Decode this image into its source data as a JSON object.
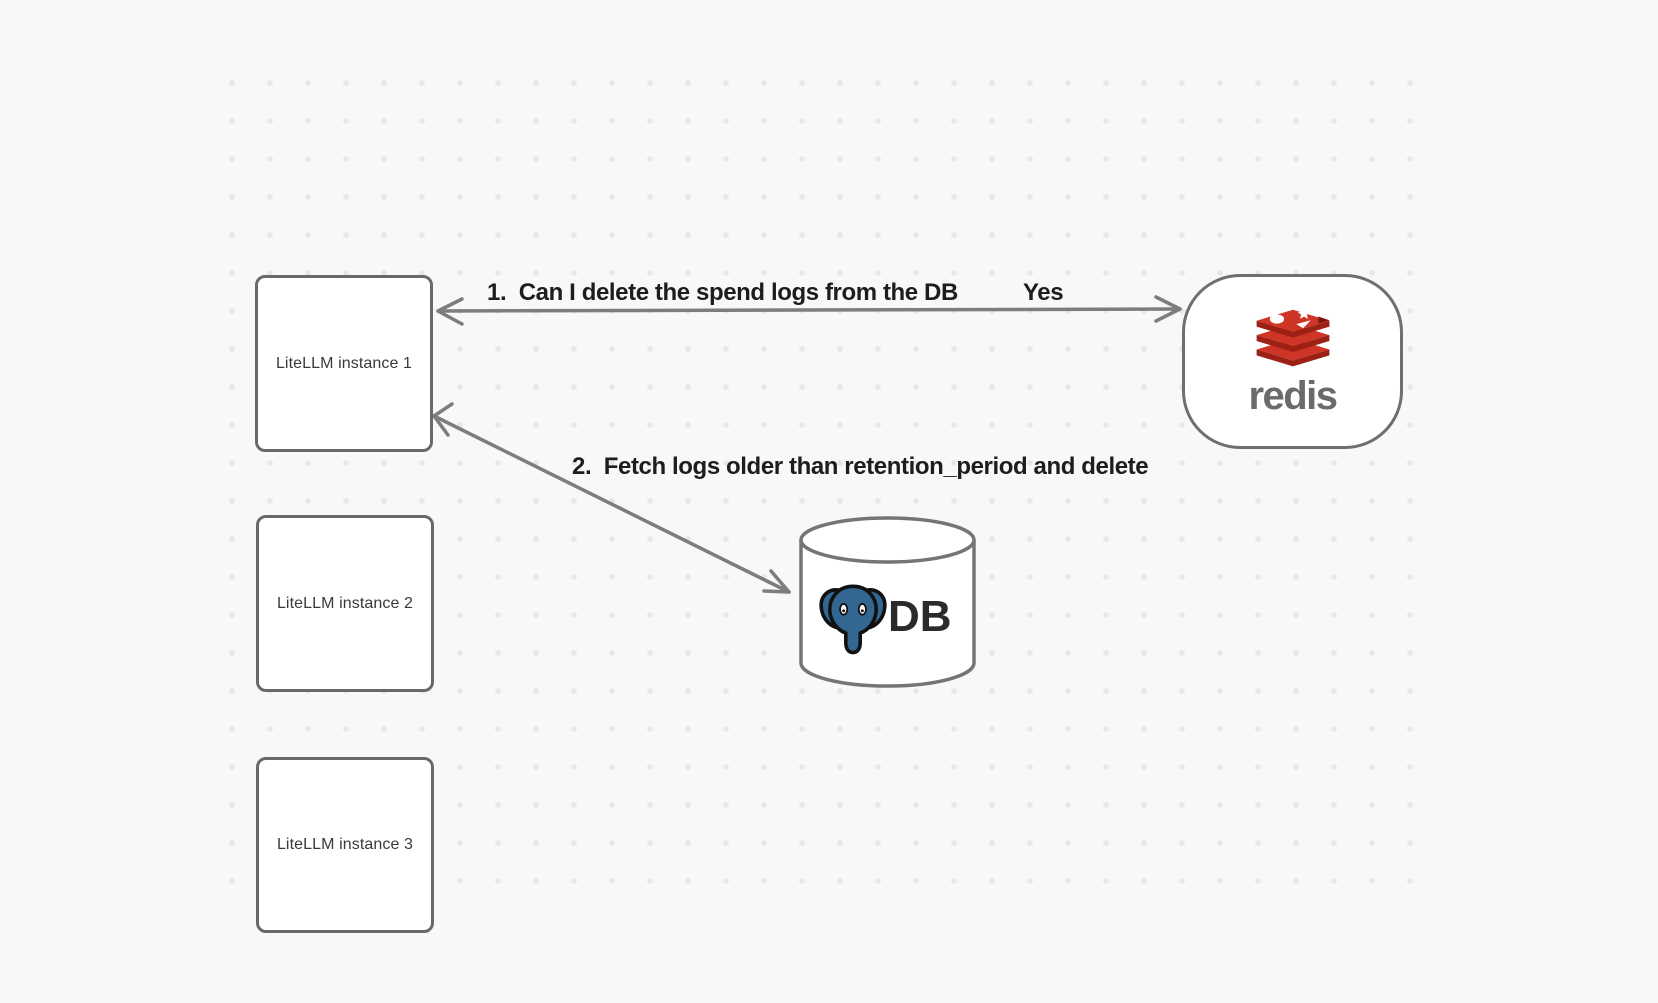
{
  "diagram": {
    "nodes": {
      "instance1": {
        "label": "LiteLLM instance 1"
      },
      "instance2": {
        "label": "LiteLLM instance 2"
      },
      "instance3": {
        "label": "LiteLLM instance 3"
      },
      "redis": {
        "wordmark": "redis",
        "icon": "redis-stacked-discs-icon"
      },
      "database": {
        "label": "DB",
        "icon": "postgresql-elephant-icon",
        "shape": "database-cylinder"
      }
    },
    "edges": {
      "e1": {
        "label": "1.  Can I delete the spend logs from the DB",
        "response": "Yes",
        "from": "redis",
        "to": "instance1",
        "style": "double-arrow"
      },
      "e2": {
        "label": "2.  Fetch logs older than retention_period and delete",
        "from": "instance1",
        "to": "database",
        "style": "double-arrow"
      }
    },
    "colors": {
      "background": "#f8f8f8",
      "grid_dot": "#e7e7e7",
      "node_border": "#696969",
      "arrow": "#7d7d7d",
      "label_text": "#1d1d1d",
      "node_text": "#3a3a3a",
      "redis_red": "#cf3527",
      "redis_red_dark": "#9d2015",
      "redis_wordmark_gray": "#6a6a6a",
      "postgres_blue": "#336791",
      "db_text": "#2b2b2b"
    }
  }
}
